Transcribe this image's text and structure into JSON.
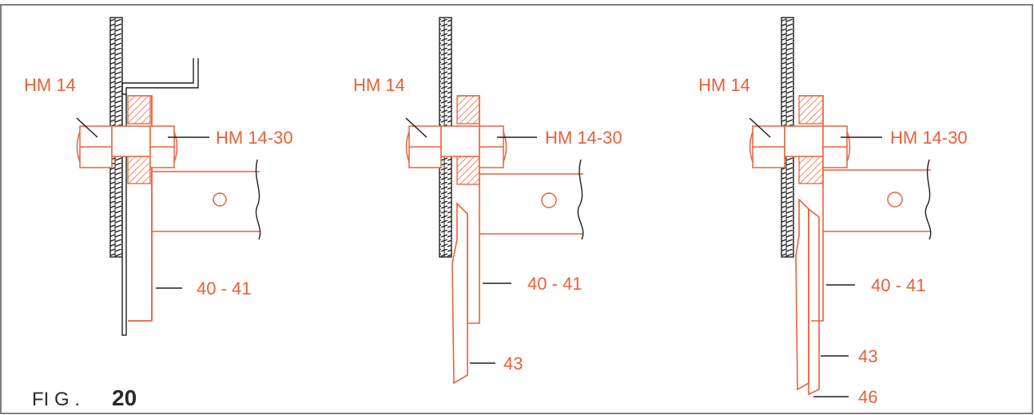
{
  "figure": {
    "caption_prefix": "FI G .",
    "caption_number": "20",
    "colors": {
      "accent": "#e8613a",
      "line": "#1e1e1e",
      "frame": "#555555",
      "background": "#ffffff"
    }
  },
  "panels": [
    {
      "labels": {
        "bolt": "HM 14",
        "nut": "HM 14-30",
        "blade": "40 - 41"
      }
    },
    {
      "labels": {
        "bolt": "HM 14",
        "nut": "HM 14-30",
        "blade": "40 - 41",
        "extension": "43"
      }
    },
    {
      "labels": {
        "bolt": "HM 14",
        "nut": "HM 14-30",
        "blade": "40 - 41",
        "extension": "43",
        "tip": "46"
      }
    }
  ]
}
